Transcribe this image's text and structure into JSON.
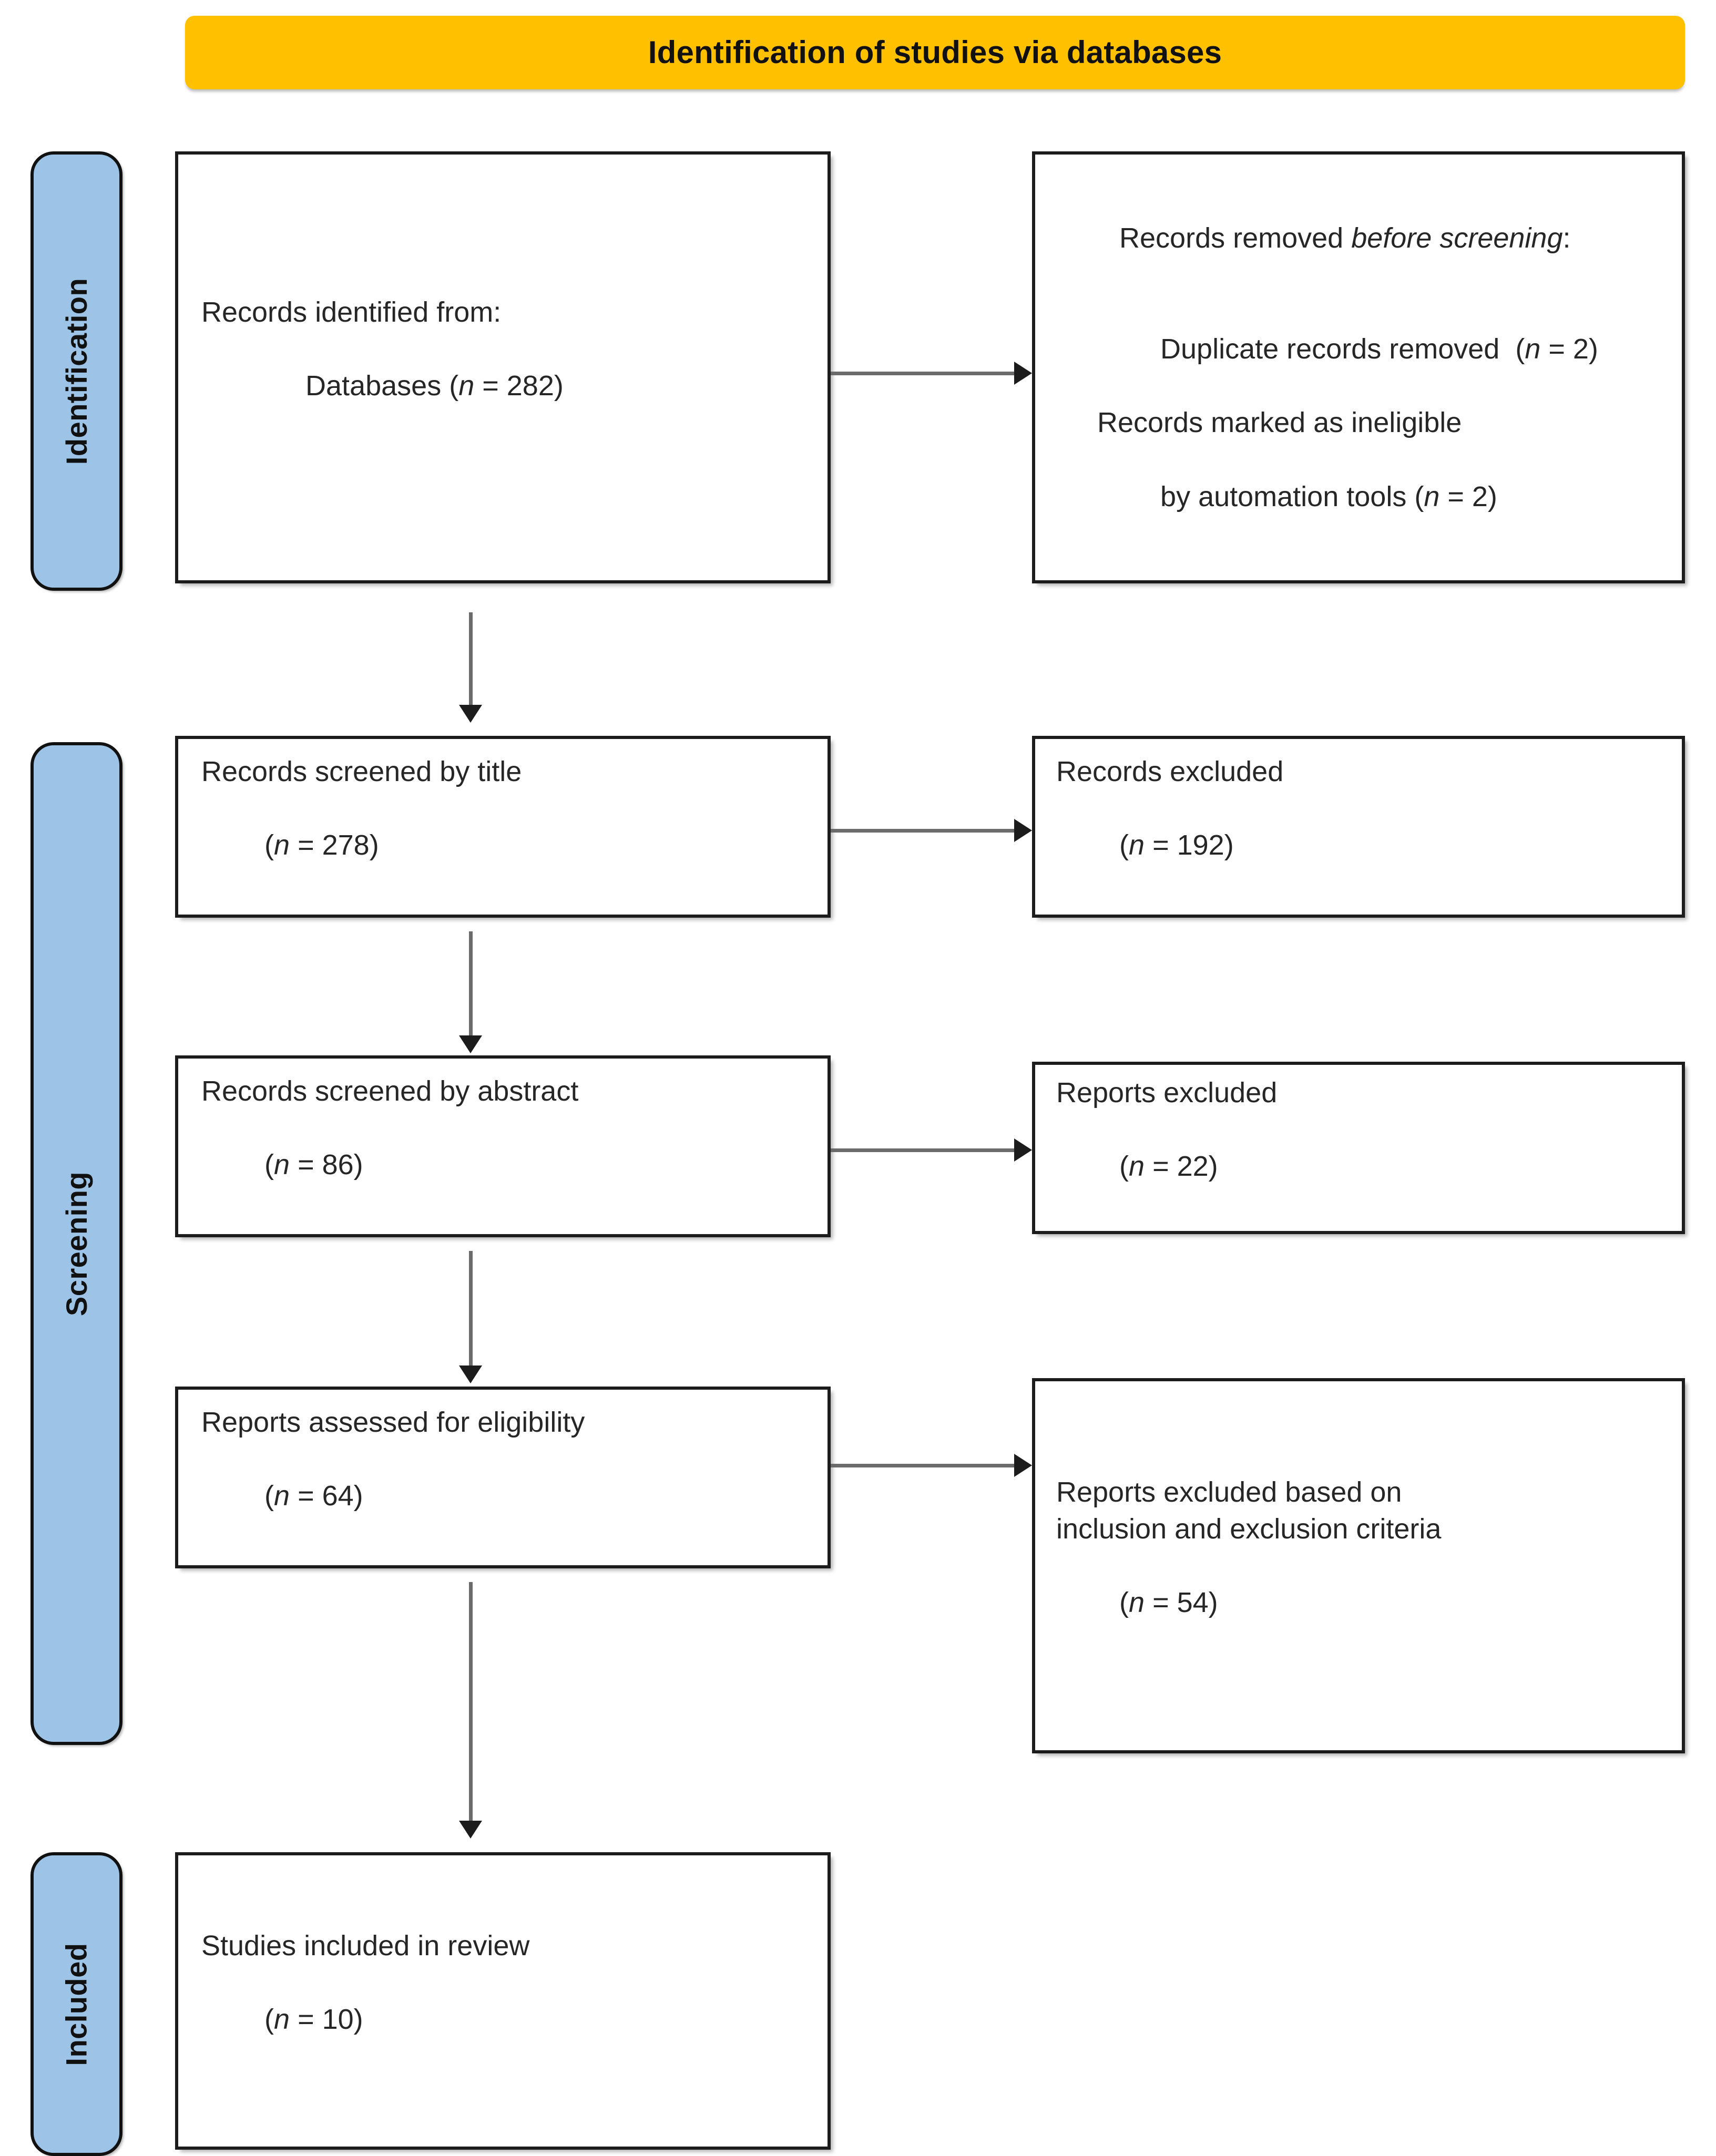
{
  "diagram": {
    "title": "Identification of studies via databases",
    "type": "PRISMA flow diagram"
  },
  "banner": {
    "label": "Identification of studies via databases"
  },
  "stages": [
    {
      "id": "identification",
      "label": "Identification"
    },
    {
      "id": "screening",
      "label": "Screening"
    },
    {
      "id": "included",
      "label": "Included"
    }
  ],
  "boxes": {
    "records_identified": {
      "line1": "Records identified from:",
      "line2_prefix": "Databases (",
      "line2_italic": "n",
      "line2_suffix": " = 282)"
    },
    "records_removed": {
      "line1_plain": "Records removed ",
      "line1_italic": "before screening",
      "line1_suffix": ":",
      "line2_prefix": "Duplicate records removed  (",
      "line2_italic": "n",
      "line2_suffix": " = 2)",
      "line3": "Records marked as ineligible",
      "line4_prefix": "by automation tools (",
      "line4_italic": "n",
      "line4_suffix": " = 2)"
    },
    "screened_title": {
      "line1": "Records screened by title",
      "line2_prefix": "(",
      "line2_italic": "n",
      "line2_suffix": " = 278)"
    },
    "excluded_title": {
      "line1": "Records excluded",
      "line2_prefix": "(",
      "line2_italic": "n",
      "line2_suffix": " = 192)"
    },
    "screened_abstract": {
      "line1": "Records screened by abstract",
      "line2_prefix": "(",
      "line2_italic": "n",
      "line2_suffix": " = 86)"
    },
    "excluded_abstract": {
      "line1": "Reports excluded",
      "line2_prefix": "(",
      "line2_italic": "n",
      "line2_suffix": " = 22)"
    },
    "assessed_eligibility": {
      "line1": "Reports assessed for eligibility",
      "line2_prefix": "(",
      "line2_italic": "n",
      "line2_suffix": " = 64)"
    },
    "excluded_criteria": {
      "line1": "Reports excluded based on",
      "line2": "inclusion and exclusion criteria",
      "line3_prefix": "(",
      "line3_italic": "n",
      "line3_suffix": " = 54)"
    },
    "studies_included": {
      "line1": "Studies included in review",
      "line2_prefix": "(",
      "line2_italic": "n",
      "line2_suffix": " = 10)"
    }
  },
  "counts": {
    "databases": 282,
    "duplicates_removed": 2,
    "ineligible_by_automation": 2,
    "screened_by_title": 278,
    "excluded_by_title": 192,
    "screened_by_abstract": 86,
    "excluded_by_abstract": 22,
    "assessed_for_eligibility": 64,
    "excluded_by_criteria": 54,
    "studies_included": 10
  },
  "colors": {
    "banner": "#FFC000",
    "stage": "#9DC3E6",
    "box_border": "#1C1C1C",
    "connector": "#6B6B6B",
    "text": "#262626"
  }
}
